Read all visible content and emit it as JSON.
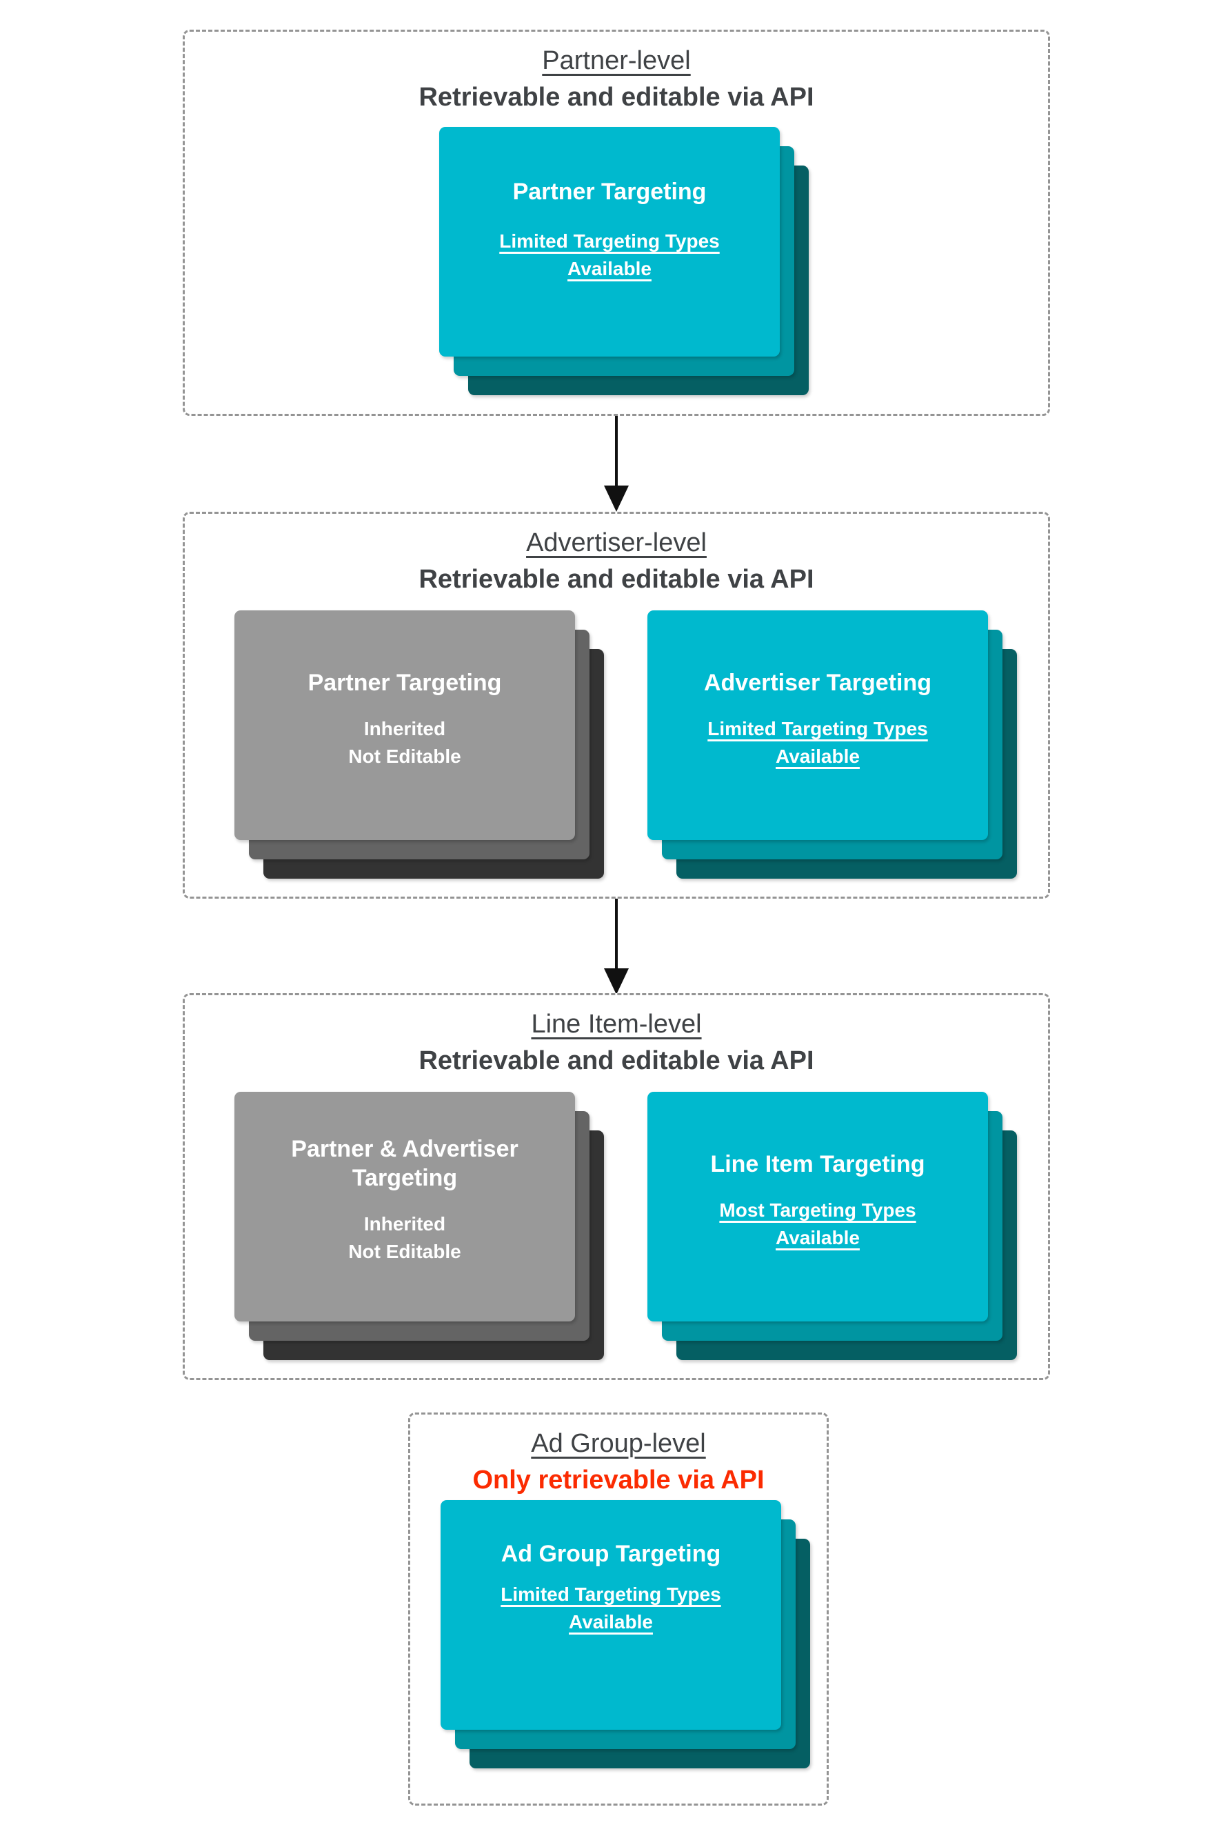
{
  "colors": {
    "header_text": "#3f4245",
    "red_accent": "#fb2b01",
    "teal_front": "#00b9ce",
    "teal_mid": "#0095a1",
    "teal_back": "#055f63",
    "gray_front": "#999999",
    "gray_mid": "#646464",
    "gray_back": "#333333",
    "dashed_border": "#949494",
    "arrow": "#111111",
    "card_text": "#ffffff"
  },
  "sections": [
    {
      "title": "Partner-level",
      "subtitle": "Retrievable and editable via API",
      "cards": [
        {
          "variant": "teal",
          "title": "Partner Targeting",
          "subtitle_lines": [
            "Limited Targeting Types",
            "Available"
          ]
        }
      ]
    },
    {
      "title": "Advertiser-level",
      "subtitle": "Retrievable and editable via API",
      "cards": [
        {
          "variant": "gray",
          "title": "Partner Targeting",
          "subtitle_lines": [
            "Inherited",
            "Not Editable"
          ]
        },
        {
          "variant": "teal",
          "title": "Advertiser Targeting",
          "subtitle_lines": [
            "Limited Targeting Types",
            "Available"
          ]
        }
      ]
    },
    {
      "title": "Line Item-level",
      "subtitle": "Retrievable and editable via API",
      "cards": [
        {
          "variant": "gray",
          "title": "Partner & Advertiser Targeting",
          "subtitle_lines": [
            "Inherited",
            "Not Editable"
          ]
        },
        {
          "variant": "teal",
          "title": "Line Item Targeting",
          "subtitle_lines": [
            "Most Targeting Types",
            "Available"
          ]
        }
      ]
    },
    {
      "title": "Ad Group-level",
      "subtitle": "Only retrievable via API",
      "cards": [
        {
          "variant": "teal",
          "title": "Ad Group Targeting",
          "subtitle_lines": [
            "Limited Targeting Types",
            "Available"
          ]
        }
      ]
    }
  ]
}
